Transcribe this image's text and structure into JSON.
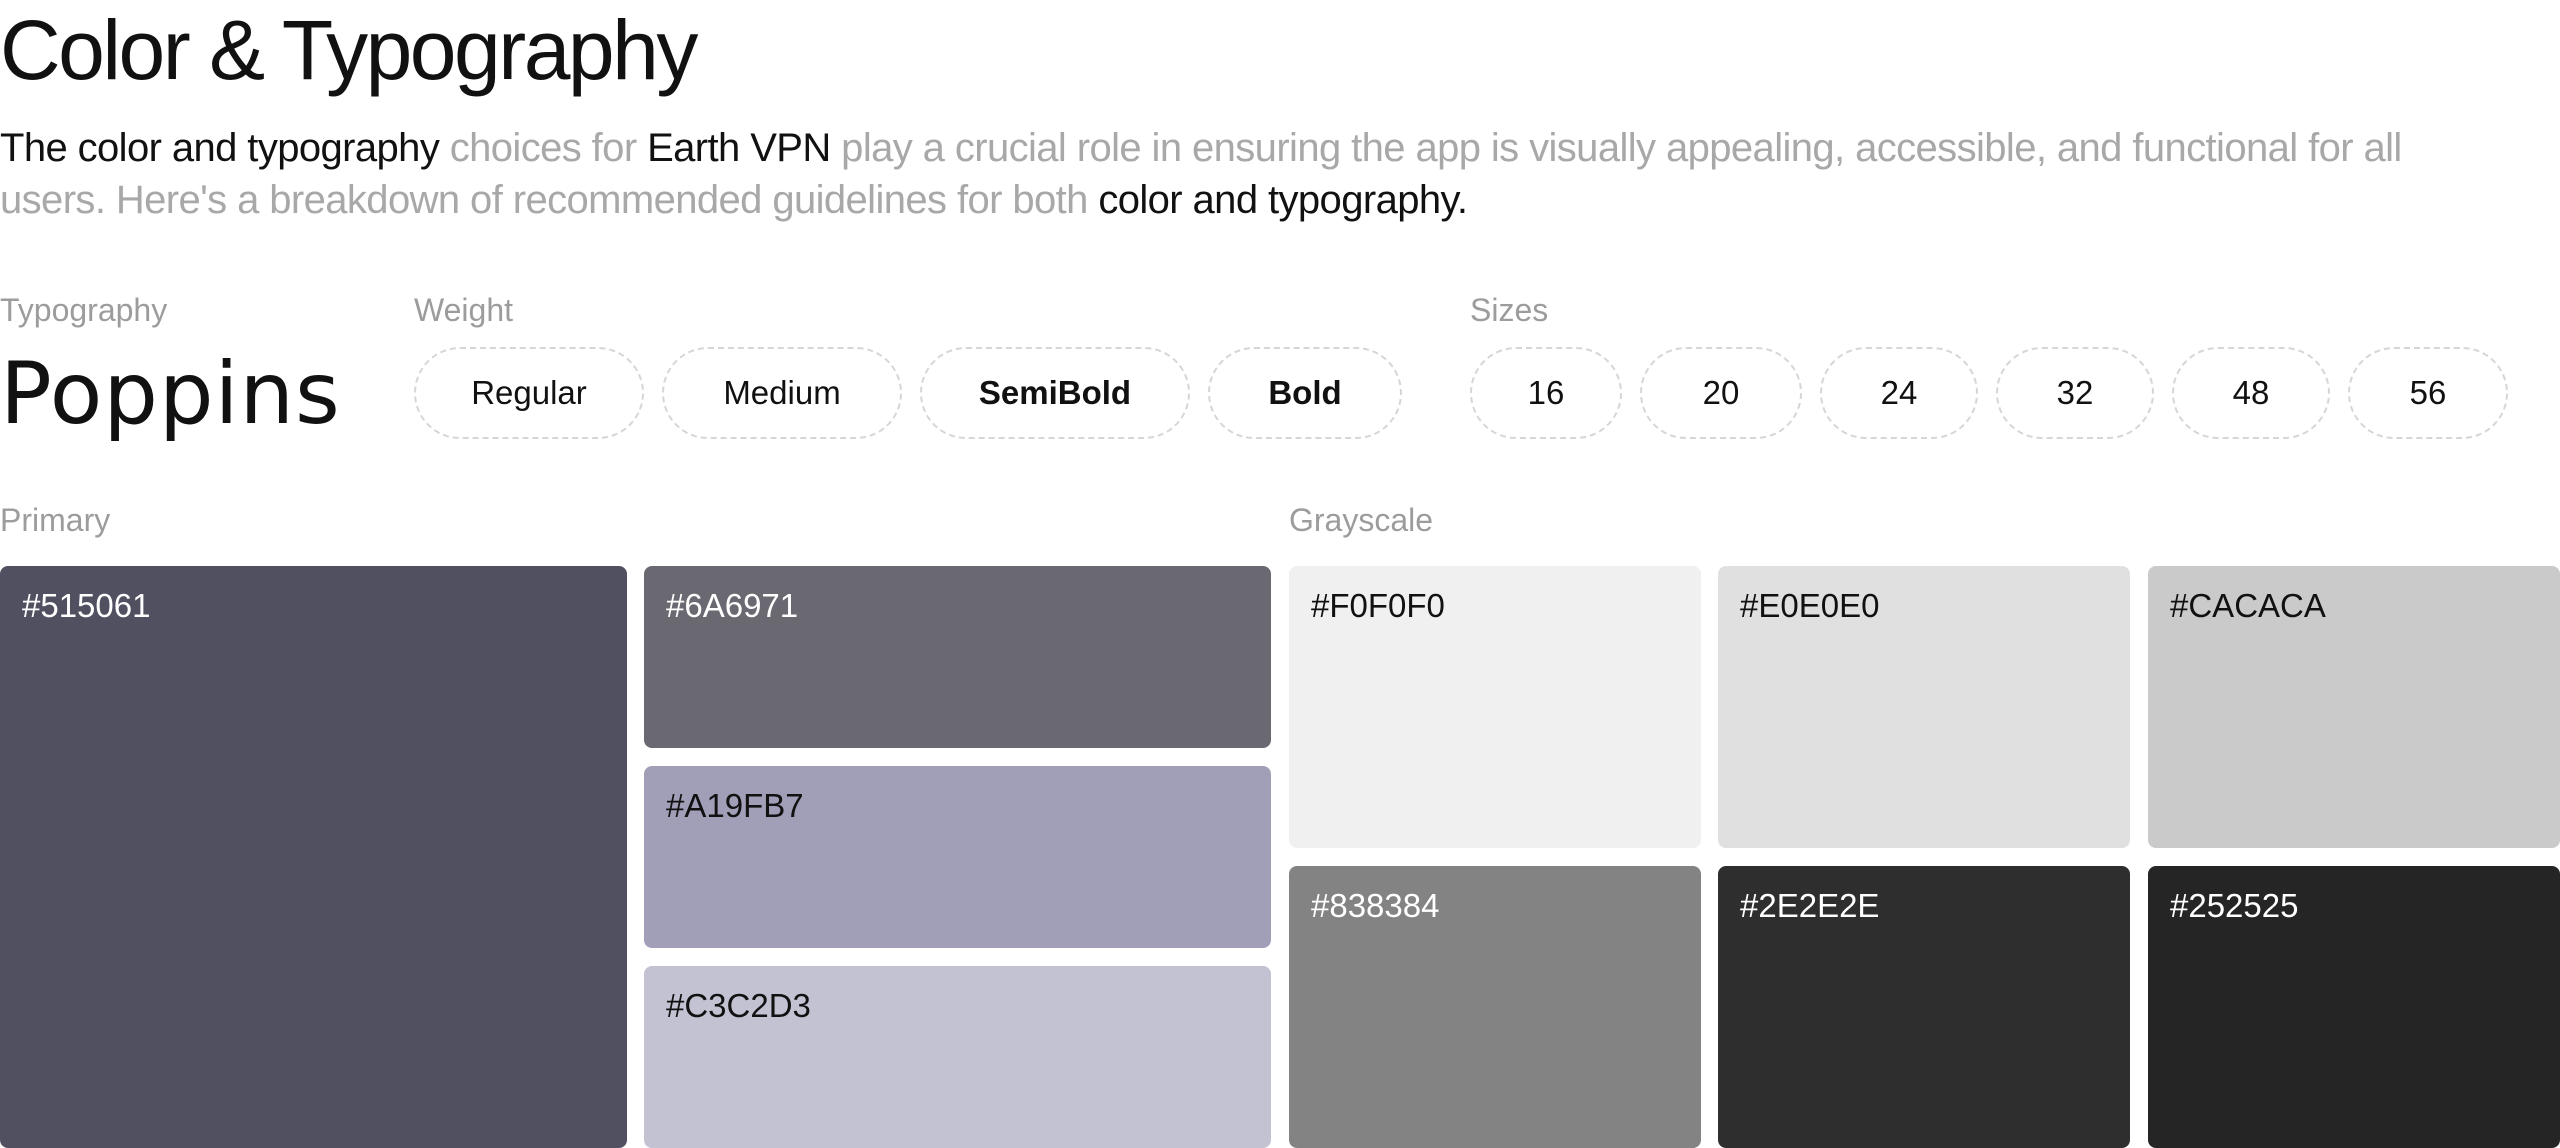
{
  "page": {
    "title": "Color & Typography",
    "intro": [
      {
        "text": "The color and typography",
        "highlight": true
      },
      {
        "text": " choices for ",
        "highlight": false
      },
      {
        "text": "Earth VPN",
        "highlight": true
      },
      {
        "text": " play a crucial role in ensuring the app is visually appealing, accessible, and functional for all users. Here's a breakdown of recommended guidelines for both ",
        "highlight": false
      },
      {
        "text": "color and typography.",
        "highlight": true
      }
    ]
  },
  "typography": {
    "label": "Typography",
    "font_name": "Poppins"
  },
  "weight": {
    "label": "Weight",
    "options": [
      "Regular",
      "Medium",
      "SemiBold",
      "Bold"
    ]
  },
  "sizes": {
    "label": "Sizes",
    "options": [
      "16",
      "20",
      "24",
      "32",
      "48",
      "56"
    ]
  },
  "primary": {
    "label": "Primary",
    "swatches": [
      {
        "code": "#515061",
        "color": "#515061",
        "text_color": "#ffffff"
      },
      {
        "code": "#6A6971",
        "color": "#6A6971",
        "text_color": "#ffffff"
      },
      {
        "code": "#A19FB7",
        "color": "#A19FB7",
        "text_color": "#111111"
      },
      {
        "code": "#C3C2D3",
        "color": "#C3C2D3",
        "text_color": "#111111"
      }
    ]
  },
  "grayscale": {
    "label": "Grayscale",
    "swatches": [
      {
        "code": "#F0F0F0",
        "color": "#F0F0F0",
        "text_color": "#111111"
      },
      {
        "code": "#E0E0E0",
        "color": "#E0E0E0",
        "text_color": "#111111"
      },
      {
        "code": "#CACACA",
        "color": "#CACACA",
        "text_color": "#111111"
      },
      {
        "code": "#838384",
        "color": "#838384",
        "text_color": "#ffffff"
      },
      {
        "code": "#2E2E2E",
        "color": "#2E2E2E",
        "text_color": "#ffffff"
      },
      {
        "code": "#252525",
        "color": "#252525",
        "text_color": "#ffffff"
      }
    ]
  }
}
